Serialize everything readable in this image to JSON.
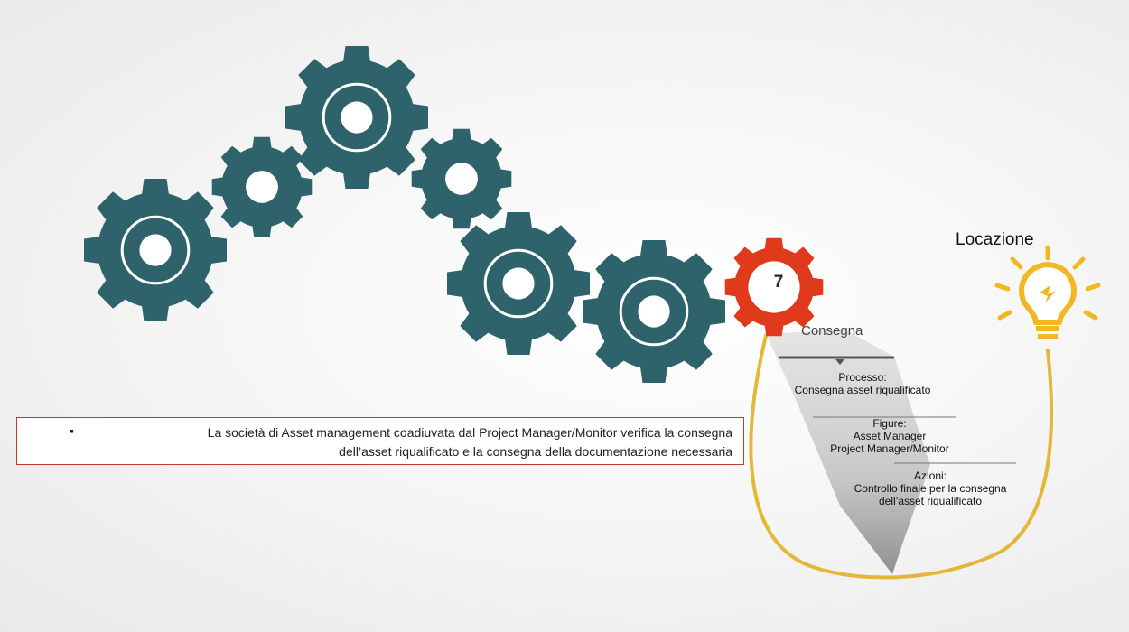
{
  "title": "Locazione",
  "step": {
    "number": "7",
    "name": "Consegna"
  },
  "processo": {
    "heading": "Processo:",
    "text": "Consegna asset riqualificato"
  },
  "figure": {
    "heading": "Figure:",
    "items": [
      "Asset Manager",
      "Project Manager/Monitor"
    ]
  },
  "azioni": {
    "heading": "Azioni:",
    "lines": [
      "Controllo finale per la consegna",
      "dell’asset riqualificato"
    ]
  },
  "description": {
    "bullet": "▪",
    "lines": [
      "La società di Asset management coadiuvata dal Project Manager/Monitor verifica la consegna",
      "dell’asset riqualificato e la consegna della documentazione necessaria"
    ]
  },
  "colors": {
    "gear": "#2e636b",
    "active_gear": "#e03a1c",
    "bulb": "#f2b824",
    "cable": "#e4b63a",
    "border": "#c0392b"
  },
  "icons": [
    "gear-icon",
    "lightbulb-icon"
  ]
}
